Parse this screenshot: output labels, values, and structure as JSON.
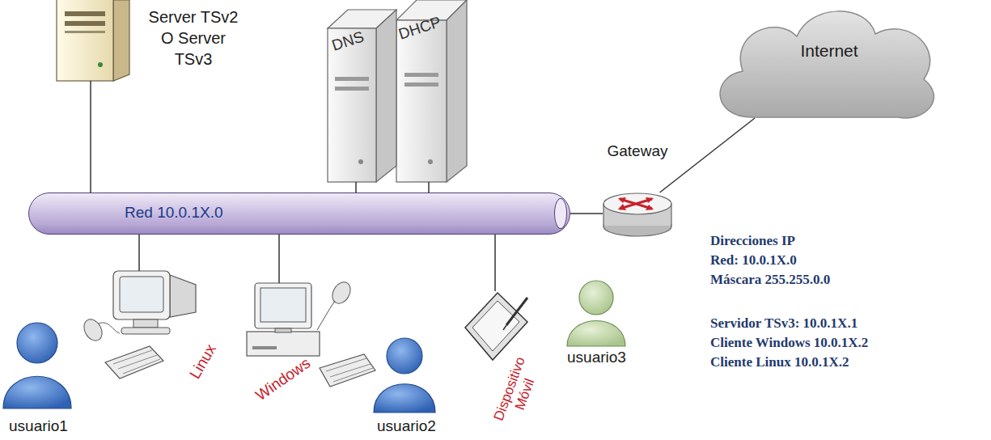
{
  "diagram": {
    "nodes": [
      {
        "text": [
          "Server TSv2 O Server TSv3"
        ]
      },
      {
        "text": [
          "DNS"
        ]
      },
      {
        "text": [
          "DHCP"
        ]
      },
      {
        "text": [
          "Internet"
        ]
      },
      {
        "text": [
          "Gateway"
        ]
      },
      {
        "text": [
          "Red 10.0.1X.0"
        ]
      },
      {
        "text": [
          "Linux"
        ]
      },
      {
        "text": [
          "usuario1"
        ]
      },
      {
        "text": [
          "Windows"
        ]
      },
      {
        "text": [
          "usuario2"
        ]
      },
      {
        "text": [
          "Dispositivo Móvil"
        ]
      },
      {
        "text": [
          "usuario3"
        ]
      }
    ],
    "edges": [
      {
        "from": 0,
        "to": 5,
        "arrow": "none"
      },
      {
        "from": 1,
        "to": 5,
        "arrow": "none"
      },
      {
        "from": 2,
        "to": 5,
        "arrow": "none"
      },
      {
        "from": 5,
        "to": 4,
        "arrow": "none"
      },
      {
        "from": 4,
        "to": 3,
        "arrow": "none"
      },
      {
        "from": 5,
        "to": 6,
        "arrow": "none"
      },
      {
        "from": 5,
        "to": 8,
        "arrow": "none"
      },
      {
        "from": 5,
        "to": 10,
        "arrow": "none"
      }
    ],
    "labels": [
      "Direcciones IP",
      "Red: 10.0.1X.0",
      "Máscara 255.255.0.0",
      "Servidor TSv3: 10.0.1X.1",
      "Cliente Windows 10.0.1X.2",
      "Cliente Linux 10.0.1X.2"
    ]
  }
}
